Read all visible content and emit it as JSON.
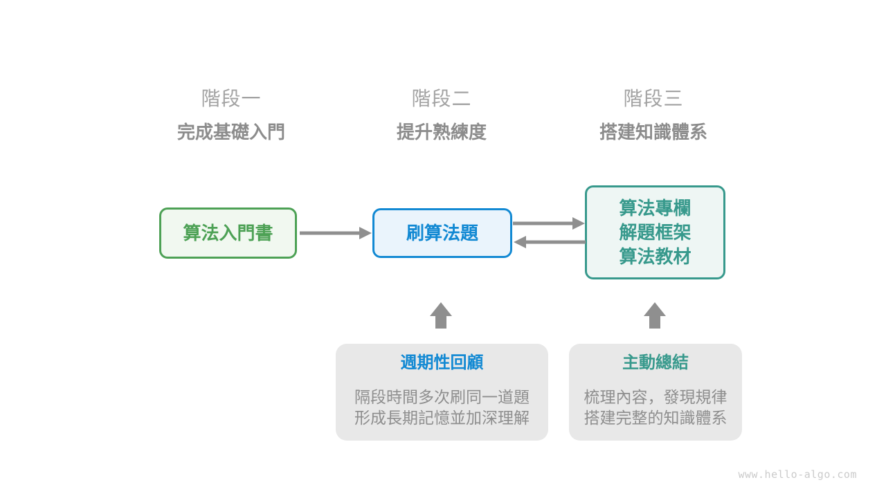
{
  "diagram": {
    "stages": [
      {
        "label": "階段一",
        "subtitle": "完成基礎入門"
      },
      {
        "label": "階段二",
        "subtitle": "提升熟練度"
      },
      {
        "label": "階段三",
        "subtitle": "搭建知識體系"
      }
    ],
    "nodes": [
      {
        "id": "intro-book",
        "lines": [
          "算法入門書"
        ]
      },
      {
        "id": "practice-problems",
        "lines": [
          "刷算法題"
        ]
      },
      {
        "id": "knowledge-sources",
        "lines": [
          "算法專欄",
          "解題框架",
          "算法教材"
        ]
      }
    ],
    "callouts": [
      {
        "id": "periodic-review",
        "title": "週期性回顧",
        "body": [
          "隔段時間多次刷同一道題",
          "形成長期記憶並加深理解"
        ]
      },
      {
        "id": "active-summary",
        "title": "主動總結",
        "body": [
          "梳理內容，發現規律",
          "搭建完整的知識體系"
        ]
      }
    ],
    "arrows": [
      {
        "id": "arrow-intro-to-practice",
        "type": "arrow-right"
      },
      {
        "id": "arrow-practice-to-sources",
        "type": "arrow-right"
      },
      {
        "id": "arrow-sources-to-practice",
        "type": "arrow-left"
      },
      {
        "id": "arrow-review-up",
        "type": "arrow-up"
      },
      {
        "id": "arrow-summary-up",
        "type": "arrow-up"
      }
    ],
    "watermark": "www.hello-algo.com",
    "colors": {
      "green": "#4da155",
      "green_bg": "#f1f8f0",
      "blue": "#1289d3",
      "blue_bg": "#eaf4fc",
      "teal": "#37998c",
      "teal_bg": "#eef6f4",
      "callout_bg": "#e8e8e8",
      "stage_label": "#a2a2a2",
      "stage_subtitle": "#8c8c8c",
      "body_text": "#8e8e8e",
      "arrow": "#8f8f8f",
      "watermark": "#cbcbcb"
    }
  }
}
